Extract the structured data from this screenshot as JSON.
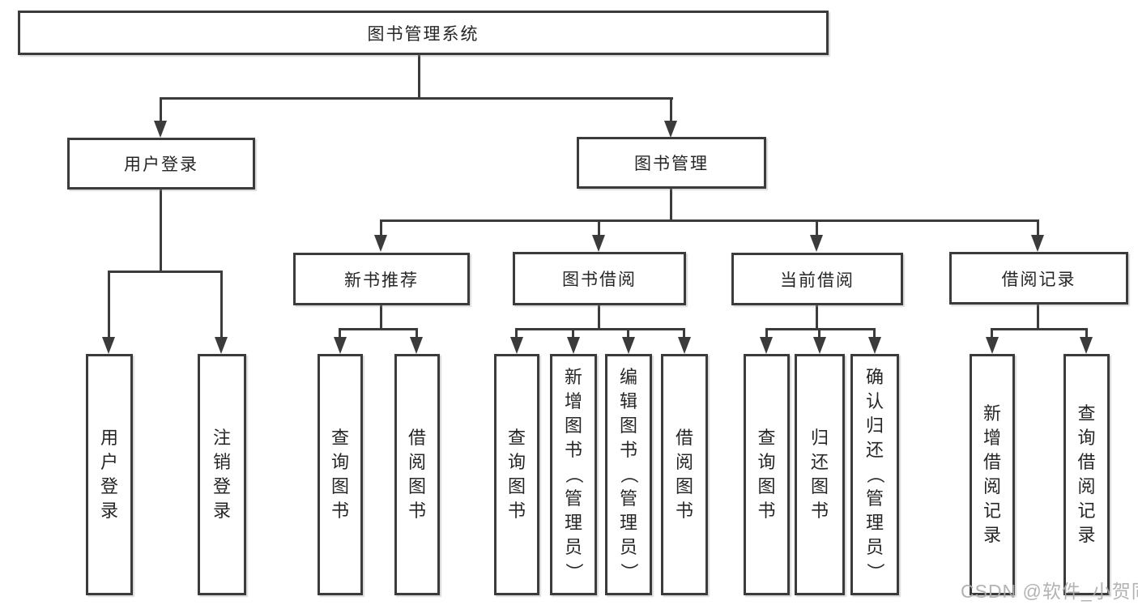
{
  "tree": {
    "root": {
      "label": "图书管理系统",
      "children": [
        {
          "label": "用户登录",
          "children": [
            {
              "label": "用户登录"
            },
            {
              "label": "注销登录"
            }
          ]
        },
        {
          "label": "图书管理",
          "children": [
            {
              "label": "新书推荐",
              "children": [
                {
                  "label": "查询图书"
                },
                {
                  "label": "借阅图书"
                }
              ]
            },
            {
              "label": "图书借阅",
              "children": [
                {
                  "label": "查询图书"
                },
                {
                  "label": "新增图书（管理员）"
                },
                {
                  "label": "编辑图书（管理员）"
                },
                {
                  "label": "借阅图书"
                }
              ]
            },
            {
              "label": "当前借阅",
              "children": [
                {
                  "label": "查询图书"
                },
                {
                  "label": "归还图书"
                },
                {
                  "label": "确认归还（管理员）"
                }
              ]
            },
            {
              "label": "借阅记录",
              "children": [
                {
                  "label": "新增借阅记录"
                },
                {
                  "label": "查询借阅记录"
                }
              ]
            }
          ]
        }
      ]
    }
  },
  "watermark": "CSDN @软件_小贺同学",
  "colors": {
    "line": "#3b3b3b",
    "box_border": "#3b3b3b",
    "text": "#262626",
    "background": "#ffffff",
    "watermark": "#acacac"
  }
}
